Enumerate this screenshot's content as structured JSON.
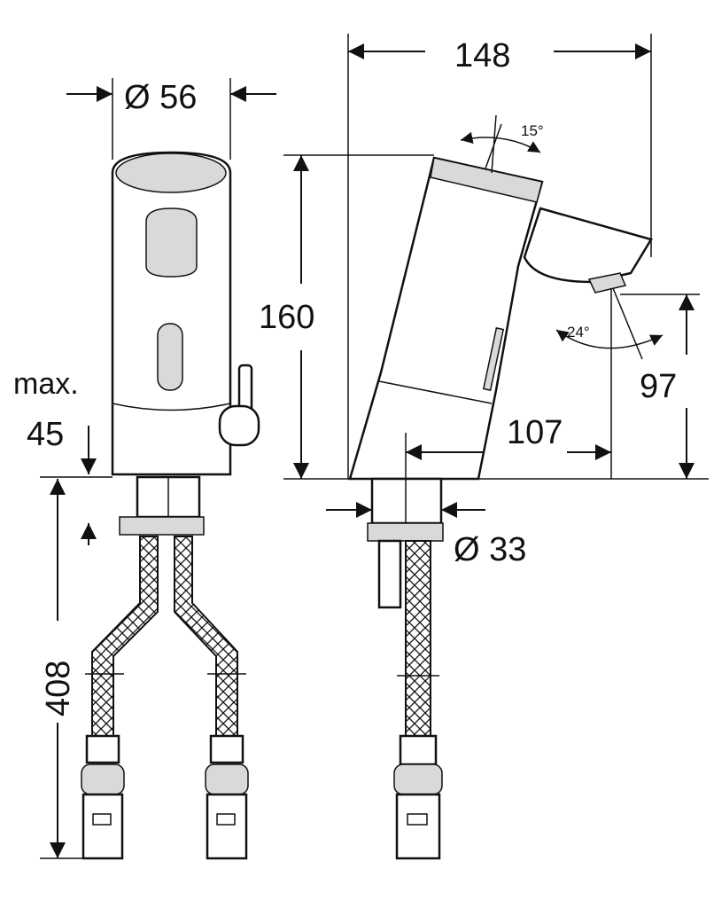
{
  "dimensions": {
    "diameter_body": "Ø 56",
    "overall_length": "148",
    "tilt_angle": "15°",
    "height_body": "160",
    "spout_angle": "24°",
    "spout_height": "97",
    "max_label": "max.",
    "max_value": "45",
    "spout_reach": "107",
    "diameter_shank": "Ø 33",
    "hose_length": "408"
  },
  "colors": {
    "line": "#111111",
    "background": "#ffffff",
    "shade": "#d9d9d9"
  }
}
